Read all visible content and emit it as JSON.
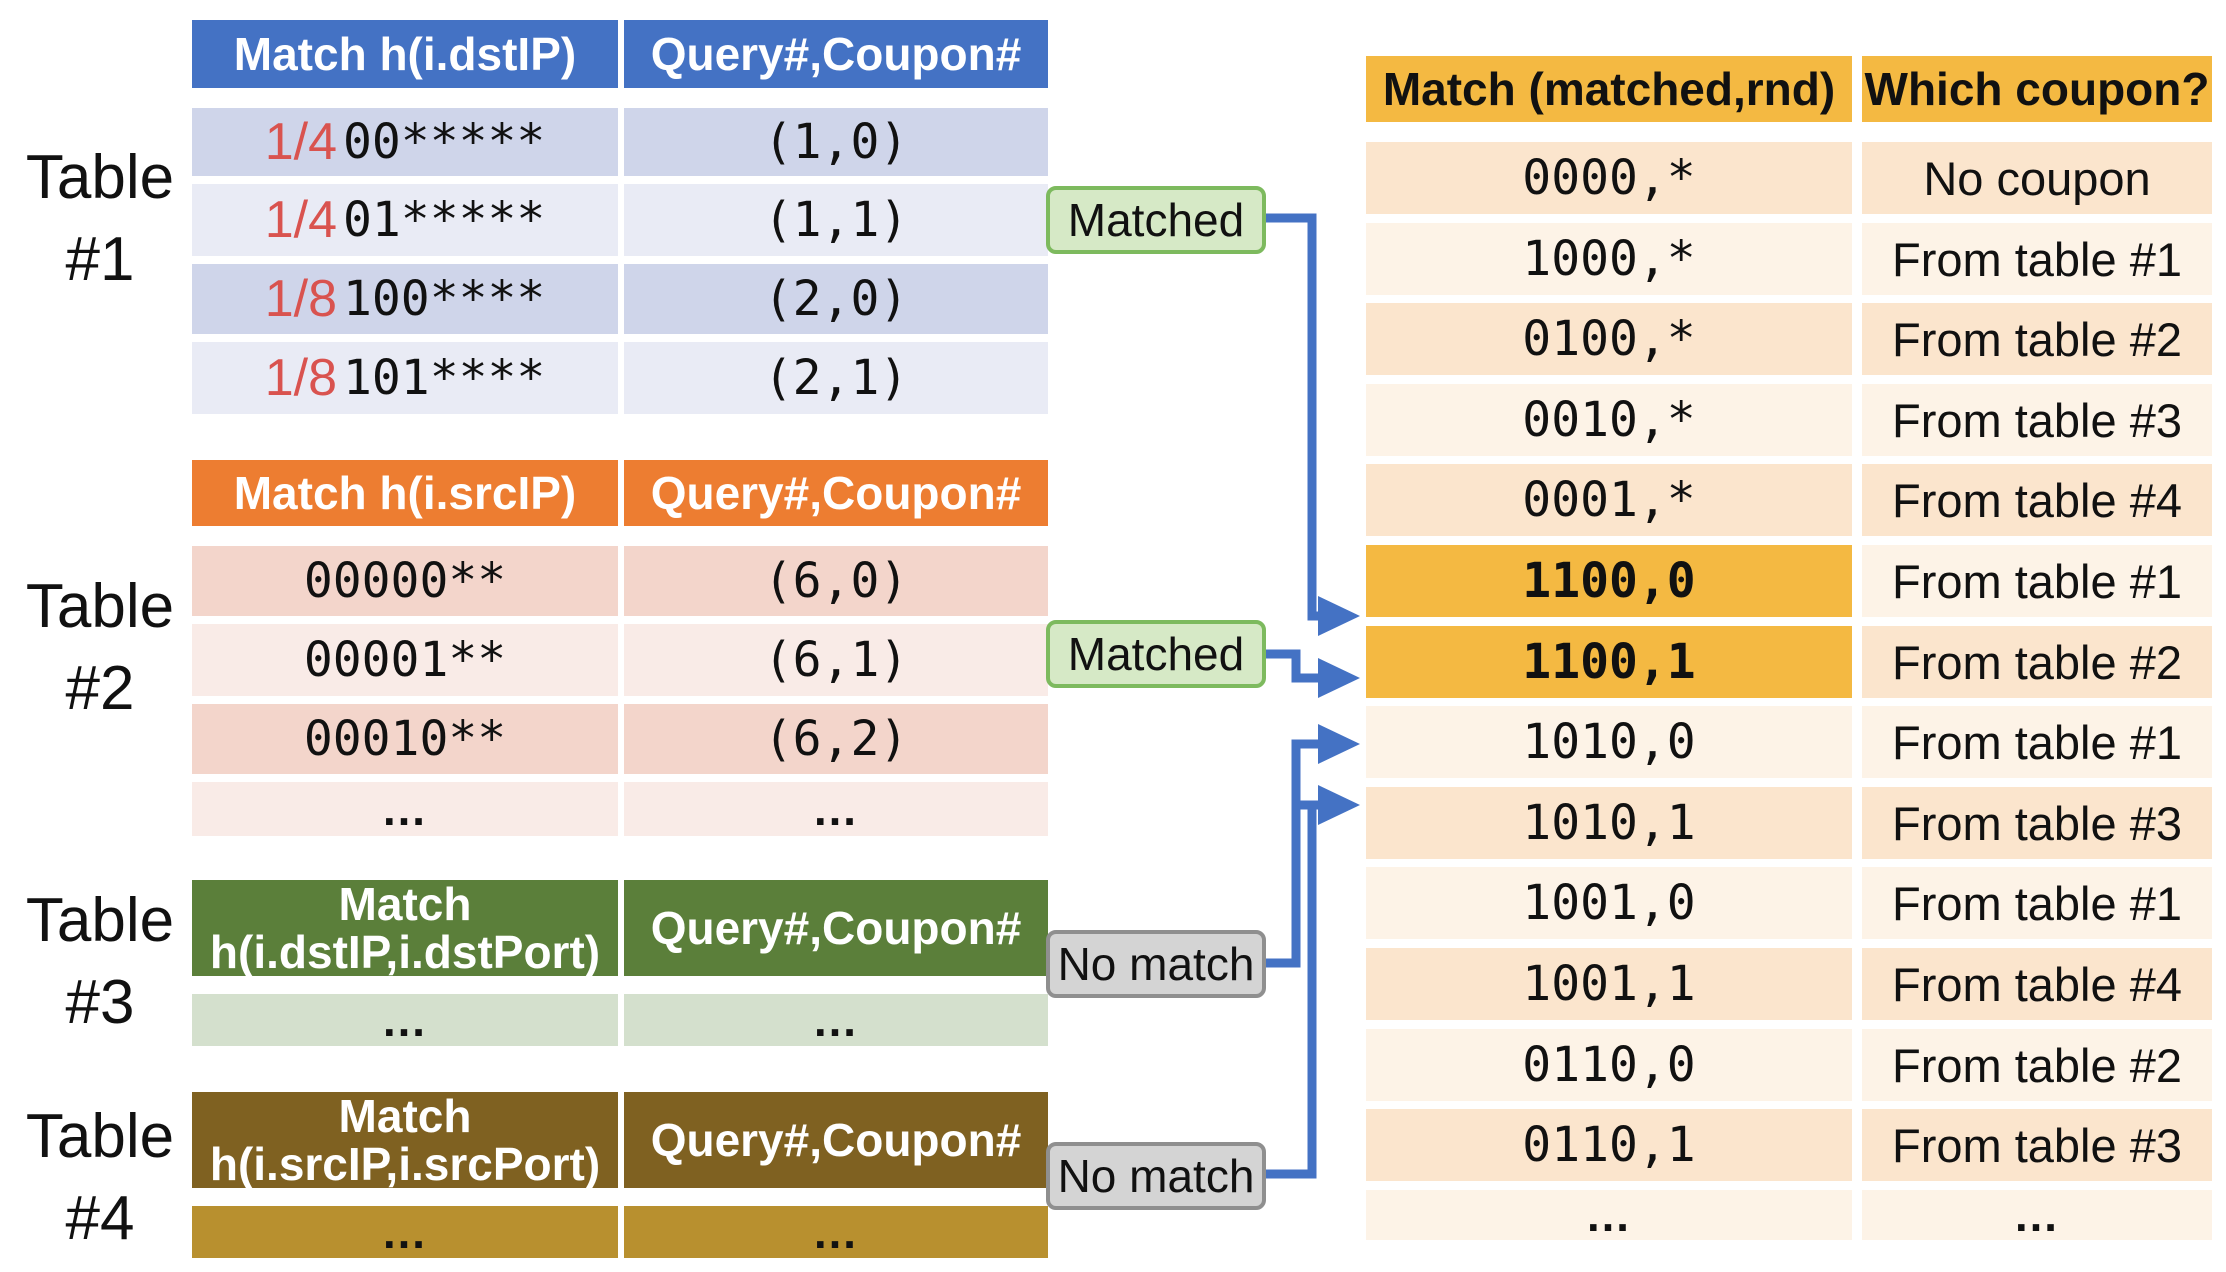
{
  "tables": [
    {
      "label": "Table #1",
      "header": [
        "Match h(i.dstIP)",
        "Query#,Coupon#"
      ],
      "rows": [
        {
          "frac": "1/4",
          "match": "00*****",
          "value": "(1,0)"
        },
        {
          "frac": "1/4",
          "match": "01*****",
          "value": "(1,1)"
        },
        {
          "frac": "1/8",
          "match": "100****",
          "value": "(2,0)"
        },
        {
          "frac": "1/8",
          "match": "101****",
          "value": "(2,1)"
        }
      ],
      "badge": "Matched",
      "colors": {
        "header": "#4472c4",
        "row_dark": "#cfd5ea",
        "row_light": "#e9ebf5"
      }
    },
    {
      "label": "Table #2",
      "header": [
        "Match h(i.srcIP)",
        "Query#,Coupon#"
      ],
      "rows": [
        {
          "match": "00000**",
          "value": "(6,0)"
        },
        {
          "match": "00001**",
          "value": "(6,1)"
        },
        {
          "match": "00010**",
          "value": "(6,2)"
        },
        {
          "match": "…",
          "value": "…"
        }
      ],
      "badge": "Matched",
      "colors": {
        "header": "#ed7d31",
        "row_dark": "#f3d5cb",
        "row_light": "#f9ebe7"
      }
    },
    {
      "label": "Table #3",
      "header": [
        "Match h(i.dstIP,i.dstPort)",
        "Query#,Coupon#"
      ],
      "rows": [
        {
          "match": "…",
          "value": "…"
        }
      ],
      "badge": "No match",
      "colors": {
        "header": "#5b7f3a",
        "row_dark": "#d4e0cd"
      }
    },
    {
      "label": "Table #4",
      "header": [
        "Match h(i.srcIP,i.srcPort)",
        "Query#,Coupon#"
      ],
      "rows": [
        {
          "match": "…",
          "value": "…"
        }
      ],
      "badge": "No match",
      "colors": {
        "header": "#7f6121",
        "row_dark": "#b8902f"
      }
    }
  ],
  "result_table": {
    "header": [
      "Match (matched,rnd)",
      "Which coupon?"
    ],
    "rows": [
      {
        "match": "0000,*",
        "coupon": "No coupon"
      },
      {
        "match": "1000,*",
        "coupon": "From table #1"
      },
      {
        "match": "0100,*",
        "coupon": "From table #2"
      },
      {
        "match": "0010,*",
        "coupon": "From table #3"
      },
      {
        "match": "0001,*",
        "coupon": "From table #4"
      },
      {
        "match": "1100,0",
        "coupon": "From table #1",
        "highlight": true
      },
      {
        "match": "1100,1",
        "coupon": "From table #2",
        "highlight": true
      },
      {
        "match": "1010,0",
        "coupon": "From table #1"
      },
      {
        "match": "1010,1",
        "coupon": "From table #3"
      },
      {
        "match": "1001,0",
        "coupon": "From table #1"
      },
      {
        "match": "1001,1",
        "coupon": "From table #4"
      },
      {
        "match": "0110,0",
        "coupon": "From table #2"
      },
      {
        "match": "0110,1",
        "coupon": "From table #3"
      },
      {
        "match": "…",
        "coupon": "…"
      }
    ],
    "colors": {
      "header": "#f4b942",
      "row_dark": "#fbe5cd",
      "row_light": "#fdf3e7",
      "highlight": "#f4b942"
    }
  },
  "arrow_color": "#4472c4"
}
